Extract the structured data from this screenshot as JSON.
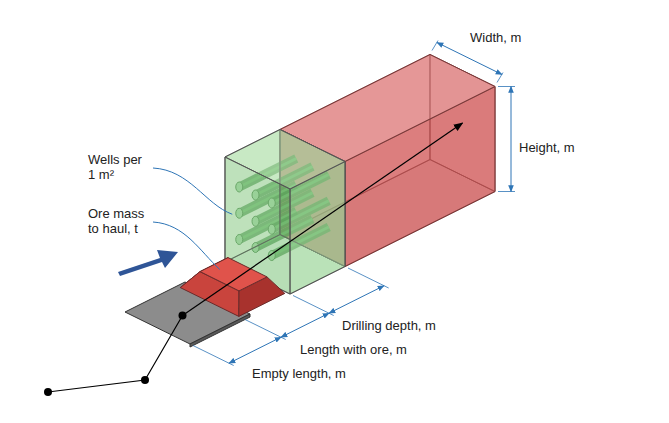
{
  "diagram": {
    "labels": [
      "Width, m",
      "Height, m",
      "Wells per 1 m²",
      "Ore mass to haul, t",
      "Drilling depth, m",
      "Length with ore, m",
      "Empty length, m"
    ]
  }
}
